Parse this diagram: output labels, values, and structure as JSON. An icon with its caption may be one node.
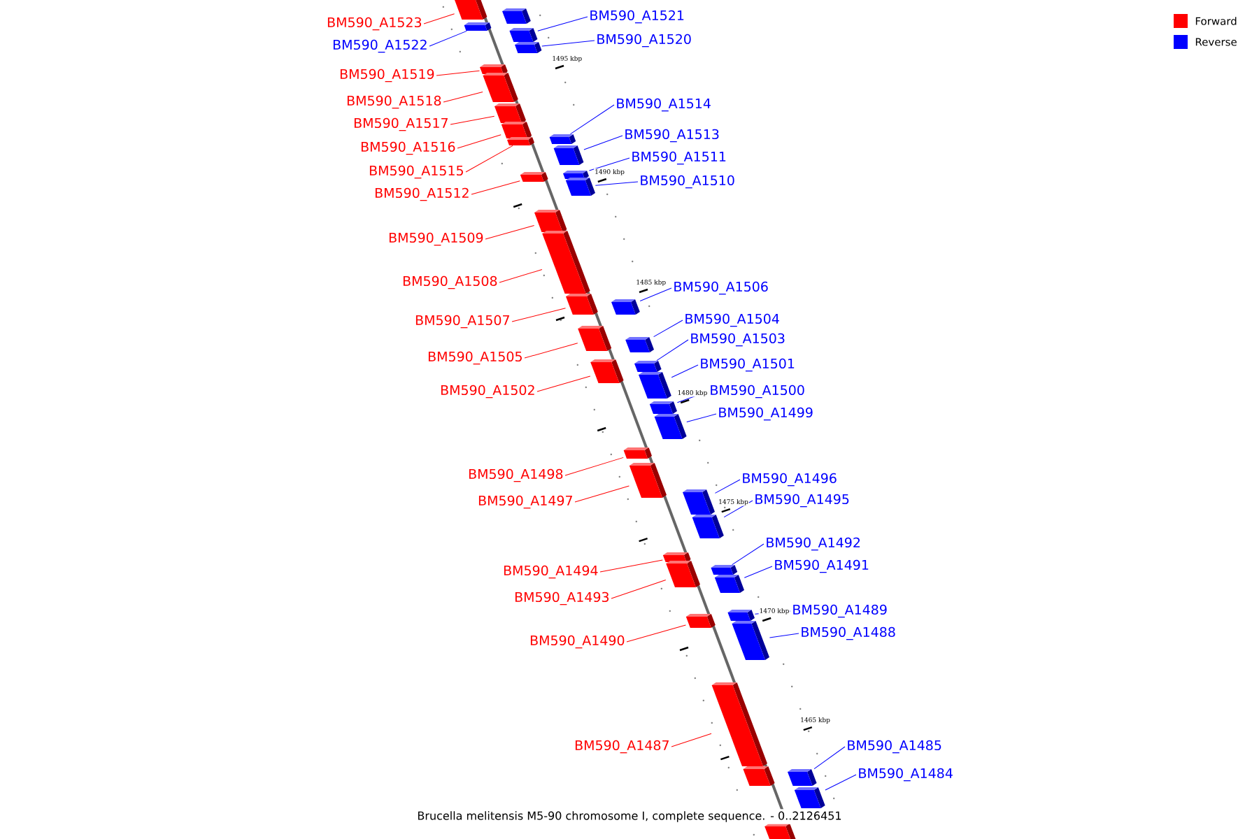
{
  "diagram": {
    "caption": "Brucella melitensis M5-90 chromosome I, complete sequence. - 0..2126451",
    "nodes": [
      {
        "text": [
          "BM590_A1521"
        ]
      },
      {
        "text": [
          "BM590_A1523"
        ]
      },
      {
        "text": [
          "BM590_A1520"
        ]
      },
      {
        "text": [
          "BM590_A1522"
        ]
      },
      {
        "text": [
          "BM590_A1519"
        ]
      },
      {
        "text": [
          "BM590_A1518"
        ]
      },
      {
        "text": [
          "BM590_A1514"
        ]
      },
      {
        "text": [
          "BM590_A1517"
        ]
      },
      {
        "text": [
          "BM590_A1513"
        ]
      },
      {
        "text": [
          "BM590_A1516"
        ]
      },
      {
        "text": [
          "BM590_A1511"
        ]
      },
      {
        "text": [
          "BM590_A1515"
        ]
      },
      {
        "text": [
          "BM590_A1510"
        ]
      },
      {
        "text": [
          "BM590_A1512"
        ]
      },
      {
        "text": [
          "BM590_A1509"
        ]
      },
      {
        "text": [
          "BM590_A1508"
        ]
      },
      {
        "text": [
          "BM590_A1506"
        ]
      },
      {
        "text": [
          "BM590_A1504"
        ]
      },
      {
        "text": [
          "BM590_A1507"
        ]
      },
      {
        "text": [
          "BM590_A1503"
        ]
      },
      {
        "text": [
          "BM590_A1505"
        ]
      },
      {
        "text": [
          "BM590_A1501"
        ]
      },
      {
        "text": [
          "BM590_A1502"
        ]
      },
      {
        "text": [
          "BM590_A1500"
        ]
      },
      {
        "text": [
          "BM590_A1499"
        ]
      },
      {
        "text": [
          "BM590_A1498"
        ]
      },
      {
        "text": [
          "BM590_A1496"
        ]
      },
      {
        "text": [
          "BM590_A1495"
        ]
      },
      {
        "text": [
          "BM590_A1497"
        ]
      },
      {
        "text": [
          "BM590_A1492"
        ]
      },
      {
        "text": [
          "BM590_A1491"
        ]
      },
      {
        "text": [
          "BM590_A1494"
        ]
      },
      {
        "text": [
          "BM590_A1493"
        ]
      },
      {
        "text": [
          "BM590_A1489"
        ]
      },
      {
        "text": [
          "BM590_A1488"
        ]
      },
      {
        "text": [
          "BM590_A1490"
        ]
      },
      {
        "text": [
          "BM590_A1487"
        ]
      },
      {
        "text": [
          "BM590_A1485"
        ]
      },
      {
        "text": [
          "BM590_A1484"
        ]
      },
      {
        "text": [],
        "shape": "bar"
      },
      {
        "text": [],
        "shape": "bar"
      },
      {
        "text": [],
        "shape": "bar"
      },
      {
        "text": [],
        "shape": "bar"
      },
      {
        "text": [],
        "shape": "bar"
      },
      {
        "text": [],
        "shape": "bar"
      },
      {
        "text": [],
        "shape": "bar"
      },
      {
        "text": [],
        "shape": "bar"
      },
      {
        "text": [],
        "shape": "bar"
      },
      {
        "text": [],
        "shape": "bar"
      },
      {
        "text": [],
        "shape": "bar"
      },
      {
        "text": [],
        "shape": "bar"
      },
      {
        "text": [],
        "shape": "bar"
      },
      {
        "text": [],
        "shape": "bar"
      },
      {
        "text": [],
        "shape": "bar"
      },
      {
        "text": [],
        "shape": "bar"
      },
      {
        "text": [],
        "shape": "bar"
      },
      {
        "text": [],
        "shape": "bar"
      },
      {
        "text": [],
        "shape": "bar"
      },
      {
        "text": [],
        "shape": "bar"
      },
      {
        "text": [],
        "shape": "bar"
      },
      {
        "text": [],
        "shape": "bar"
      },
      {
        "text": [],
        "shape": "bar"
      },
      {
        "text": [],
        "shape": "bar"
      },
      {
        "text": [],
        "shape": "bar"
      },
      {
        "text": [],
        "shape": "bar"
      },
      {
        "text": [],
        "shape": "bar"
      },
      {
        "text": [],
        "shape": "bar"
      },
      {
        "text": [],
        "shape": "bar"
      },
      {
        "text": [],
        "shape": "bar"
      },
      {
        "text": [],
        "shape": "bar"
      },
      {
        "text": [],
        "shape": "bar"
      },
      {
        "text": [],
        "shape": "bar"
      },
      {
        "text": [],
        "shape": "bar"
      },
      {
        "text": [],
        "shape": "bar"
      },
      {
        "text": [],
        "shape": "bar"
      },
      {
        "text": [],
        "shape": "bar"
      },
      {
        "text": [],
        "shape": "bar"
      },
      {
        "text": [],
        "shape": "bar"
      },
      {
        "text": [],
        "shape": "bar"
      },
      {
        "text": [],
        "shape": "bar"
      },
      {
        "text": [],
        "shape": "bar"
      }
    ],
    "edges": [
      {
        "from": 0,
        "to": 39,
        "arrow": "none"
      },
      {
        "from": 1,
        "to": 40,
        "arrow": "none",
        "color": "#ff0000"
      },
      {
        "from": 2,
        "to": 41,
        "arrow": "none"
      },
      {
        "from": 3,
        "to": 42,
        "arrow": "none"
      },
      {
        "from": 4,
        "to": 43,
        "arrow": "none",
        "color": "#ff0000"
      },
      {
        "from": 5,
        "to": 44,
        "arrow": "none",
        "color": "#ff0000"
      },
      {
        "from": 6,
        "to": 45,
        "arrow": "none"
      },
      {
        "from": 7,
        "to": 46,
        "arrow": "none",
        "color": "#ff0000"
      },
      {
        "from": 8,
        "to": 47,
        "arrow": "none"
      },
      {
        "from": 9,
        "to": 48,
        "arrow": "none",
        "color": "#ff0000"
      },
      {
        "from": 10,
        "to": 49,
        "arrow": "none"
      },
      {
        "from": 11,
        "to": 50,
        "arrow": "none",
        "color": "#ff0000"
      },
      {
        "from": 12,
        "to": 51,
        "arrow": "none"
      },
      {
        "from": 13,
        "to": 52,
        "arrow": "none",
        "color": "#ff0000"
      },
      {
        "from": 14,
        "to": 53,
        "arrow": "none",
        "color": "#ff0000"
      },
      {
        "from": 15,
        "to": 54,
        "arrow": "none",
        "color": "#ff0000"
      },
      {
        "from": 16,
        "to": 55,
        "arrow": "none"
      },
      {
        "from": 17,
        "to": 56,
        "arrow": "none"
      },
      {
        "from": 18,
        "to": 57,
        "arrow": "none",
        "color": "#ff0000"
      },
      {
        "from": 19,
        "to": 58,
        "arrow": "none"
      },
      {
        "from": 20,
        "to": 59,
        "arrow": "none",
        "color": "#ff0000"
      },
      {
        "from": 21,
        "to": 60,
        "arrow": "none"
      },
      {
        "from": 22,
        "to": 61,
        "arrow": "none",
        "color": "#ff0000"
      },
      {
        "from": 23,
        "to": 62,
        "arrow": "none"
      },
      {
        "from": 24,
        "to": 63,
        "arrow": "none"
      },
      {
        "from": 25,
        "to": 64,
        "arrow": "none",
        "color": "#ff0000"
      },
      {
        "from": 26,
        "to": 65,
        "arrow": "none"
      },
      {
        "from": 27,
        "to": 66,
        "arrow": "none"
      },
      {
        "from": 28,
        "to": 67,
        "arrow": "none",
        "color": "#ff0000"
      },
      {
        "from": 29,
        "to": 68,
        "arrow": "none"
      },
      {
        "from": 30,
        "to": 69,
        "arrow": "none"
      },
      {
        "from": 31,
        "to": 70,
        "arrow": "none",
        "color": "#ff0000"
      },
      {
        "from": 32,
        "to": 71,
        "arrow": "none",
        "color": "#ff0000"
      },
      {
        "from": 33,
        "to": 72,
        "arrow": "none"
      },
      {
        "from": 34,
        "to": 73,
        "arrow": "none"
      },
      {
        "from": 35,
        "to": 74,
        "arrow": "none",
        "color": "#ff0000"
      },
      {
        "from": 36,
        "to": 75,
        "arrow": "none",
        "color": "#ff0000"
      },
      {
        "from": 37,
        "to": 76,
        "arrow": "none"
      },
      {
        "from": 38,
        "to": 77,
        "arrow": "none"
      }
    ],
    "labels": [
      "1495 kbp",
      "1490 kbp",
      "1485 kbp",
      "1480 kbp",
      "1475 kbp",
      "1470 kbp",
      "1465 kbp"
    ],
    "legend": [
      {
        "text": "Forward",
        "color": "#ff0000"
      },
      {
        "text": "Reverse",
        "color": "#0000ff"
      }
    ]
  }
}
